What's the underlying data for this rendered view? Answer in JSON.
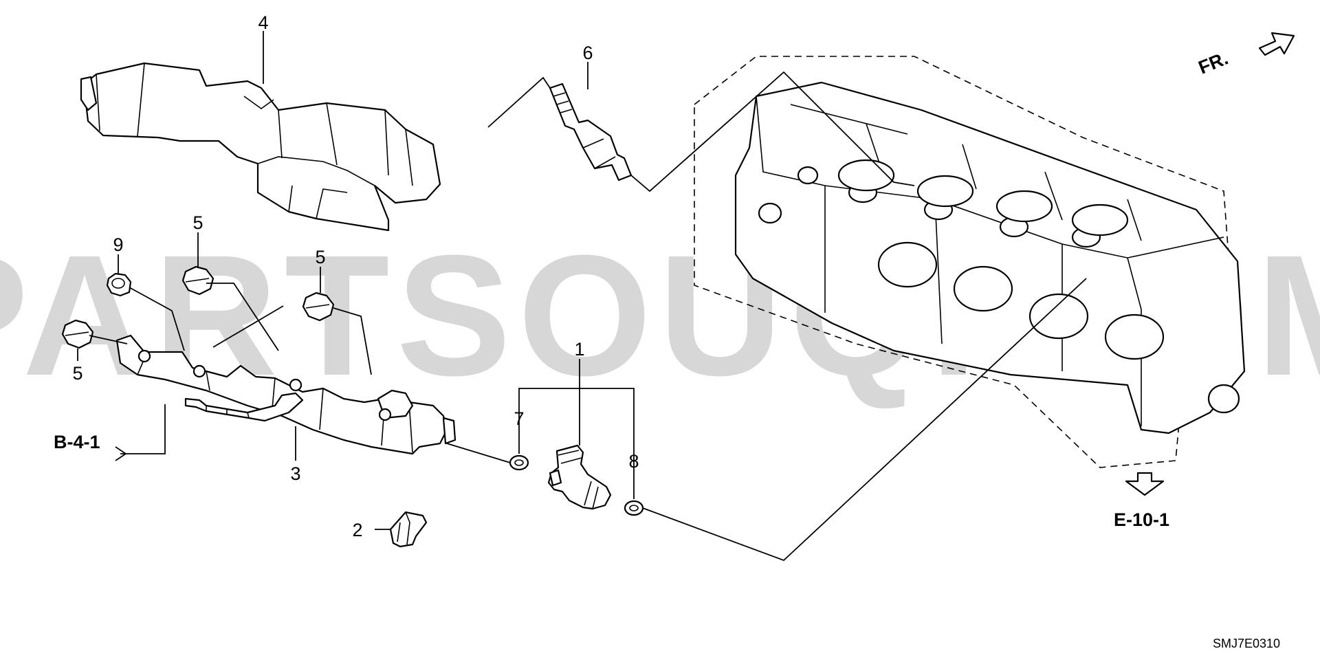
{
  "watermark": "PARTSOUQ.COM",
  "callouts": {
    "c1": "1",
    "c2": "2",
    "c3": "3",
    "c4": "4",
    "c5a": "5",
    "c5b": "5",
    "c5c": "5",
    "c6": "6",
    "c7": "7",
    "c8": "8",
    "c9": "9"
  },
  "references": {
    "b41": "B-4-1",
    "e101": "E-10-1",
    "fr": "FR."
  },
  "diagram_code": "SMJ7E0310"
}
